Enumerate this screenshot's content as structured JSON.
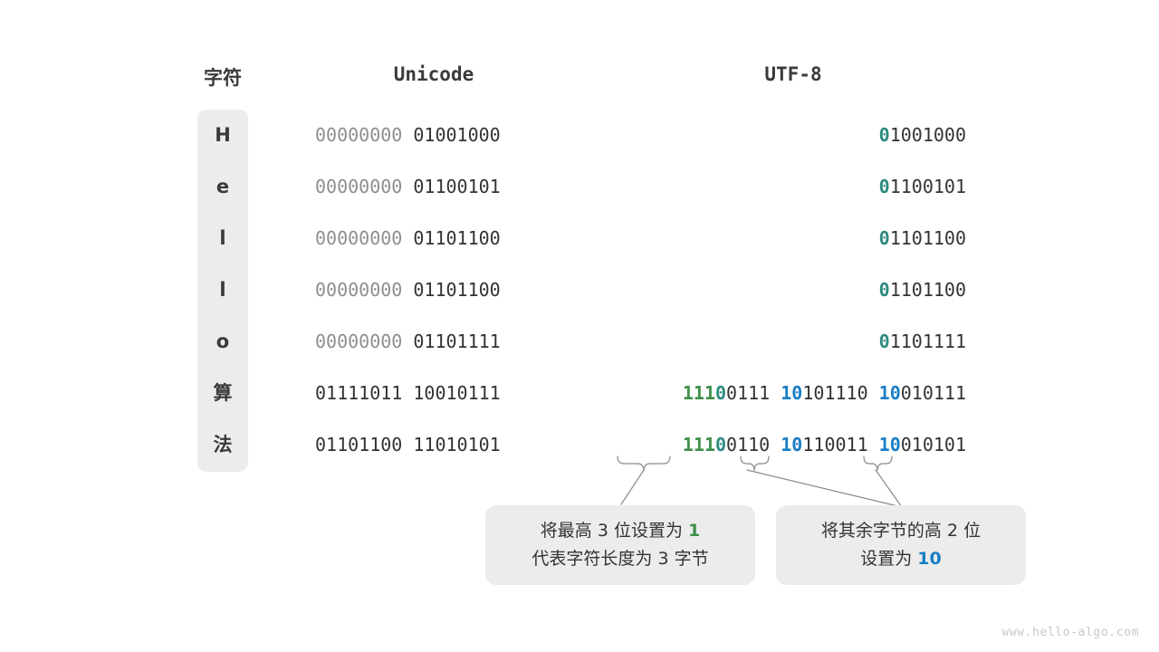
{
  "headers": {
    "char": "字符",
    "unicode": "Unicode",
    "utf8": "UTF-8"
  },
  "colors": {
    "cell_bg": "#ececec",
    "text": "#333333",
    "dim": "#8e8e8e",
    "green": "#3f8f48",
    "teal": "#2e8b80",
    "blue": "#1a7ec4",
    "watermark": "#c8c8c8"
  },
  "rows": [
    {
      "char": "H",
      "unicode": {
        "high": "00000000",
        "low": "01001000"
      },
      "utf8": [
        {
          "prefix": "0",
          "prefix_color": "teal",
          "body": "1001000"
        }
      ]
    },
    {
      "char": "e",
      "unicode": {
        "high": "00000000",
        "low": "01100101"
      },
      "utf8": [
        {
          "prefix": "0",
          "prefix_color": "teal",
          "body": "1100101"
        }
      ]
    },
    {
      "char": "l",
      "unicode": {
        "high": "00000000",
        "low": "01101100"
      },
      "utf8": [
        {
          "prefix": "0",
          "prefix_color": "teal",
          "body": "1101100"
        }
      ]
    },
    {
      "char": "l",
      "unicode": {
        "high": "00000000",
        "low": "01101100"
      },
      "utf8": [
        {
          "prefix": "0",
          "prefix_color": "teal",
          "body": "1101100"
        }
      ]
    },
    {
      "char": "o",
      "unicode": {
        "high": "00000000",
        "low": "01101111"
      },
      "utf8": [
        {
          "prefix": "0",
          "prefix_color": "teal",
          "body": "1101111"
        }
      ]
    },
    {
      "char": "算",
      "unicode": {
        "high": "01111011",
        "low": "10010111"
      },
      "utf8": [
        {
          "prefix": "111",
          "prefix_color": "green",
          "prefix2": "0",
          "prefix2_color": "teal",
          "body": "0111"
        },
        {
          "prefix": "10",
          "prefix_color": "blue",
          "body": "101110"
        },
        {
          "prefix": "10",
          "prefix_color": "blue",
          "body": "010111"
        }
      ]
    },
    {
      "char": "法",
      "unicode": {
        "high": "01101100",
        "low": "11010101"
      },
      "utf8": [
        {
          "prefix": "111",
          "prefix_color": "green",
          "prefix2": "0",
          "prefix2_color": "teal",
          "body": "0110"
        },
        {
          "prefix": "10",
          "prefix_color": "blue",
          "body": "110011"
        },
        {
          "prefix": "10",
          "prefix_color": "blue",
          "body": "010101"
        }
      ]
    }
  ],
  "callouts": [
    {
      "line1_a": "将最高",
      "line1_n": "3",
      "line1_b": "位设置为",
      "line1_hl": "1",
      "line2_a": "代表字符长度为",
      "line2_n": "3",
      "line2_b": "字节"
    },
    {
      "line1_a": "将其余字节的高",
      "line1_n": "2",
      "line1_b": "位",
      "line2_a": "设置为",
      "line2_hl": "10"
    }
  ],
  "watermark": "www.hello-algo.com"
}
